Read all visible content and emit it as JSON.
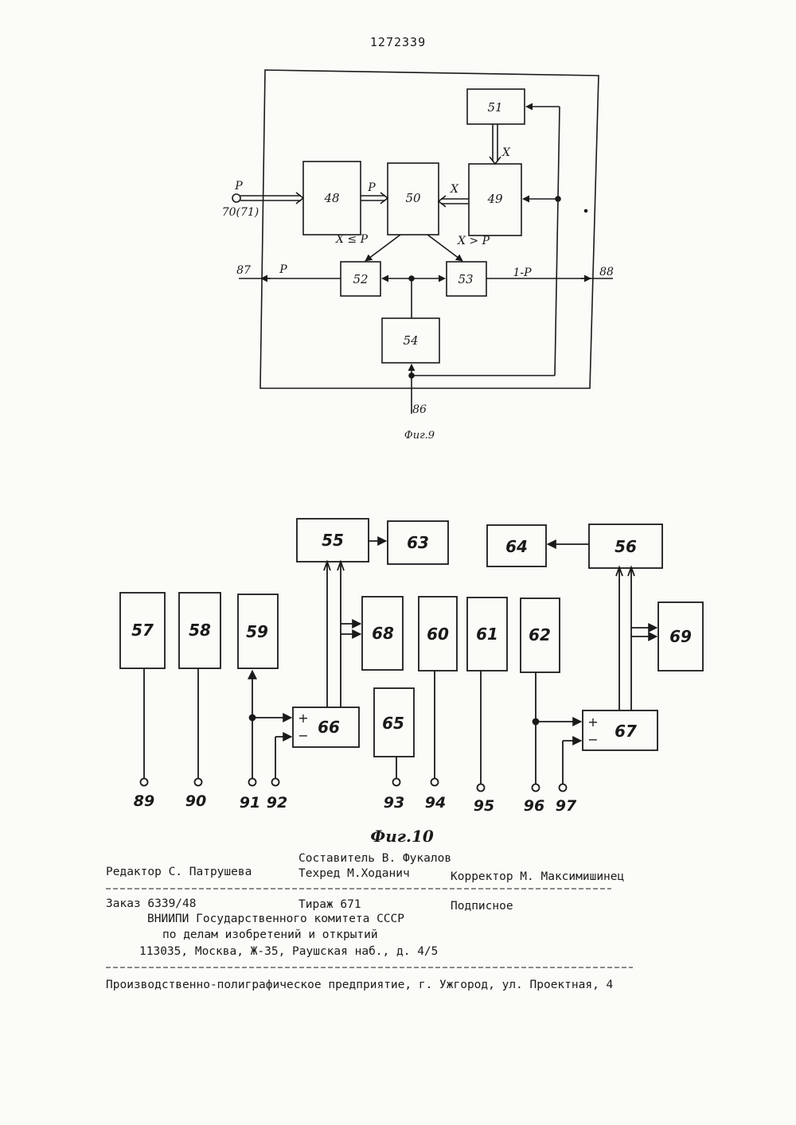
{
  "page_number": "1272339",
  "figure9": {
    "caption": "Фиг.9",
    "blocks": {
      "b48": "48",
      "b49": "49",
      "b50": "50",
      "b51": "51",
      "b52": "52",
      "b53": "53",
      "b54": "54"
    },
    "labels": {
      "input_p": "P",
      "input_terminal": "70(71)",
      "p_48_50": "P",
      "x_49_50": "X",
      "x_51_49": "X",
      "x_le_p": "X ≤ P",
      "x_gt_p": "X > P",
      "out_p": "P",
      "out_1p": "1-P",
      "term87": "87",
      "term88": "88",
      "term86": "86"
    }
  },
  "figure10": {
    "caption": "Фиг.10",
    "blocks": {
      "b55": "55",
      "b56": "56",
      "b57": "57",
      "b58": "58",
      "b59": "59",
      "b60": "60",
      "b61": "61",
      "b62": "62",
      "b63": "63",
      "b64": "64",
      "b65": "65",
      "b66": "66",
      "b67": "67",
      "b68": "68",
      "b69": "69"
    },
    "signs": {
      "plus": "+",
      "minus": "−"
    },
    "terminals": {
      "t89": "89",
      "t90": "90",
      "t91": "91",
      "t92": "92",
      "t93": "93",
      "t94": "94",
      "t95": "95",
      "t96": "96",
      "t97": "97"
    }
  },
  "colophon": {
    "compiler": "Составитель В. Фукалов",
    "editor": "Редактор С. Патрушева",
    "techred": "Техред М.Ходанич",
    "corrector": "Корректор М. Максимишинец",
    "order": "Заказ 6339/48",
    "circulation": "Тираж 671",
    "subscription": "Подписное",
    "org1": "ВНИИПИ Государственного комитета СССР",
    "org2": "по делам изобретений и открытий",
    "address": "113035, Москва, Ж-35, Раушская наб., д. 4/5",
    "printer": "Производственно-полиграфическое предприятие, г. Ужгород, ул. Проектная, 4"
  }
}
